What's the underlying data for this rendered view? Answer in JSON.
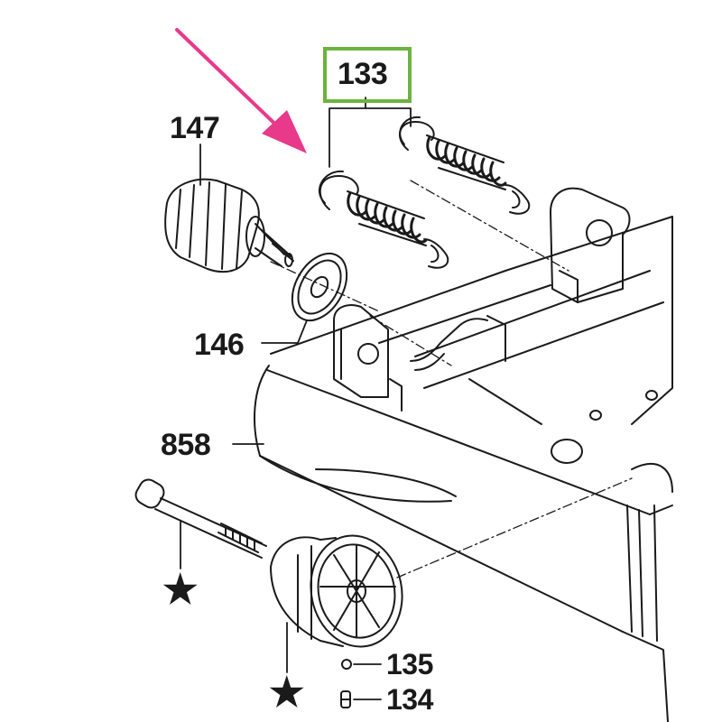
{
  "diagram": {
    "callouts": {
      "spring_pair": "133",
      "knob": "147",
      "washer": "146",
      "housing": "858",
      "small_part_a": "135",
      "small_part_b": "134"
    },
    "star_marks": [
      "★",
      "★"
    ],
    "colors": {
      "highlight_box": "#6cb33f",
      "pointer_arrow": "#e8398a",
      "line_art": "#1a1a1a"
    }
  }
}
